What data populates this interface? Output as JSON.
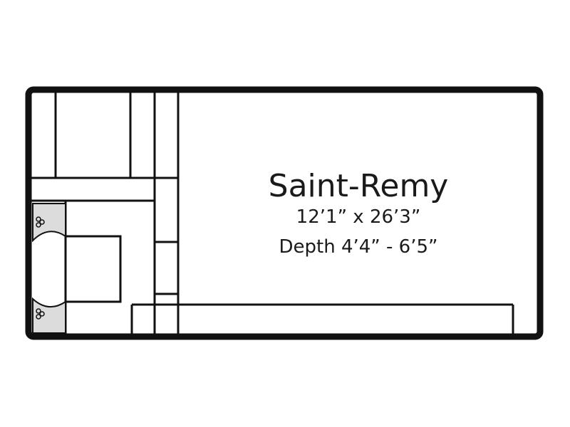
{
  "pool": {
    "name": "Saint-Remy",
    "dimensions": "12’1” x 26’3”",
    "depth": "Depth 4’4” - 6’5”"
  },
  "colors": {
    "stroke": "#111111",
    "background": "#ffffff",
    "jet_fill": "#dcdcdc",
    "text": "#1a1a1a"
  },
  "icons": {
    "jet": "jet-nozzle-icon"
  }
}
